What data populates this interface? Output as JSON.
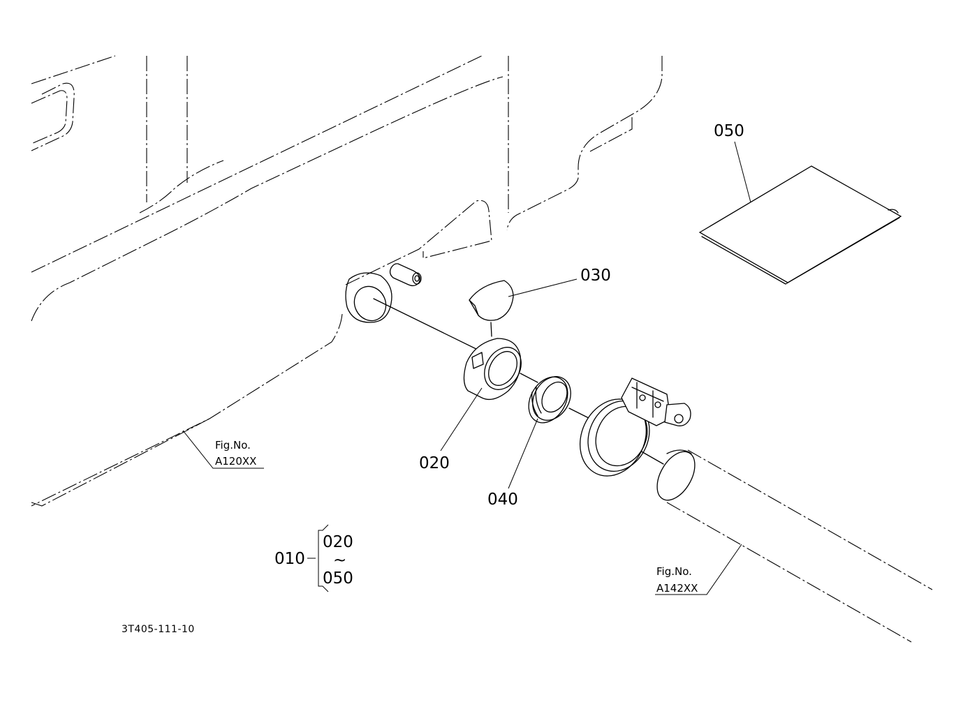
{
  "labels": {
    "part_050": "050",
    "part_030": "030",
    "part_020": "020",
    "part_040": "040"
  },
  "fig_refs": {
    "tank": {
      "line1": "Fig.No.",
      "line2": "A120XX"
    },
    "hose": {
      "line1": "Fig.No.",
      "line2": "A142XX"
    }
  },
  "assembly": {
    "parent": "010",
    "from": "020",
    "tilde": "~",
    "to": "050"
  },
  "drawing_code": "3T405-111-10"
}
